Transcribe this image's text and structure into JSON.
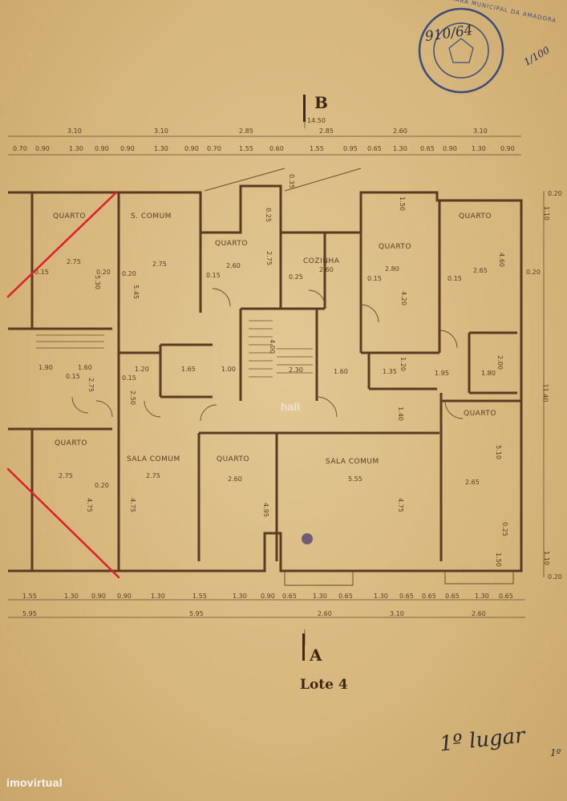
{
  "sections": {
    "top": "B",
    "bottom": "A"
  },
  "total_width_label": "14.50",
  "title": "Lote 4",
  "rooms": {
    "quarto": "QUARTO",
    "sala_comum": "SALA COMUM",
    "sala_comum_spaced": "SALA  COMUM",
    "s_comum": "S. COMUM",
    "cozinha": "COZINHA"
  },
  "dimensions": {
    "top_row1": [
      "3.10",
      "3.10",
      "2.85",
      "2.85",
      "2.60",
      "3.10"
    ],
    "top_row2": [
      "0.70",
      "0.90",
      "1.30",
      "0.90",
      "0.90",
      "1.30",
      "0.90",
      "0.70",
      "1.55",
      "0.60",
      "1.55",
      "0.95",
      "0.65",
      "1.30",
      "0.65",
      "0.90",
      "1.30",
      "0.90"
    ],
    "bottom_row1": [
      "1.55",
      "1.30",
      "0.90",
      "0.90",
      "1.30",
      "1.55",
      "1.30",
      "0.90",
      "0.65",
      "1.30",
      "0.65",
      "1.30",
      "0.65",
      "0.65",
      "0.65",
      "1.30",
      "0.65"
    ],
    "bottom_row2": [
      "5.95",
      "5.95",
      "2.60",
      "3.10",
      "2.60"
    ],
    "right_side": [
      "0.20",
      "1.10",
      "11.40",
      "1.10",
      "0.20"
    ],
    "interior": [
      "2.75",
      "5.30",
      "0.15",
      "0.20",
      "2.75",
      "5.45",
      "0.20",
      "0.15",
      "2.60",
      "2.75",
      "0.15",
      "2.60",
      "0.25",
      "2.80",
      "4.20",
      "0.15",
      "2.65",
      "4.60",
      "0.20",
      "1.90",
      "1.60",
      "2.75",
      "0.15",
      "1.20",
      "2.50",
      "0.15",
      "1.65",
      "1.00",
      "4.00",
      "2.30",
      "1.60",
      "1.35",
      "1.20",
      "1.95",
      "1.80",
      "2.00",
      "1.40",
      "2.75",
      "4.75",
      "0.20",
      "2.75",
      "4.75",
      "2.60",
      "4.95",
      "5.55",
      "4.75",
      "2.65",
      "5.10",
      "1.50",
      "0.25",
      "0.35",
      "1.50",
      "0.25"
    ]
  },
  "stamp": {
    "text": "CAMARA MUNICIPAL DA AMADORA",
    "number": "910/64",
    "scale": "1/100"
  },
  "handwriting": {
    "note": "1º lugar",
    "corner": "1º"
  },
  "watermark": {
    "brand": "imovirtual",
    "center": "hall"
  },
  "colors": {
    "paper": "#d9bd86",
    "ink": "#5a3b22",
    "redline": "#e01e2a",
    "stamp": "#3b4e7a"
  }
}
